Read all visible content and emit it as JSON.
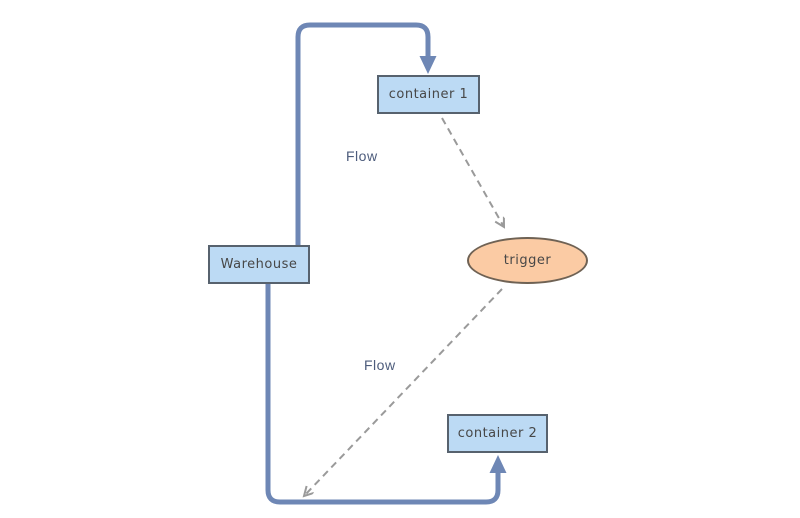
{
  "diagram": {
    "nodes": {
      "container1": {
        "label": "container 1",
        "shape": "rect"
      },
      "warehouse": {
        "label": "Warehouse",
        "shape": "rect"
      },
      "trigger": {
        "label": "trigger",
        "shape": "ellipse"
      },
      "container2": {
        "label": "container 2",
        "shape": "rect"
      }
    },
    "edges": {
      "flow_top_label": "Flow",
      "flow_bottom_label": "Flow"
    },
    "colors": {
      "node_fill": "#bcdaf4",
      "node_border": "#57626e",
      "trigger_fill": "#fbcba4",
      "trigger_border": "#6f6254",
      "solid_edge": "#6e87b5",
      "dashed_edge": "#9a9a9a",
      "node_text": "#474747",
      "edge_label_text": "#4d5c7c"
    }
  }
}
